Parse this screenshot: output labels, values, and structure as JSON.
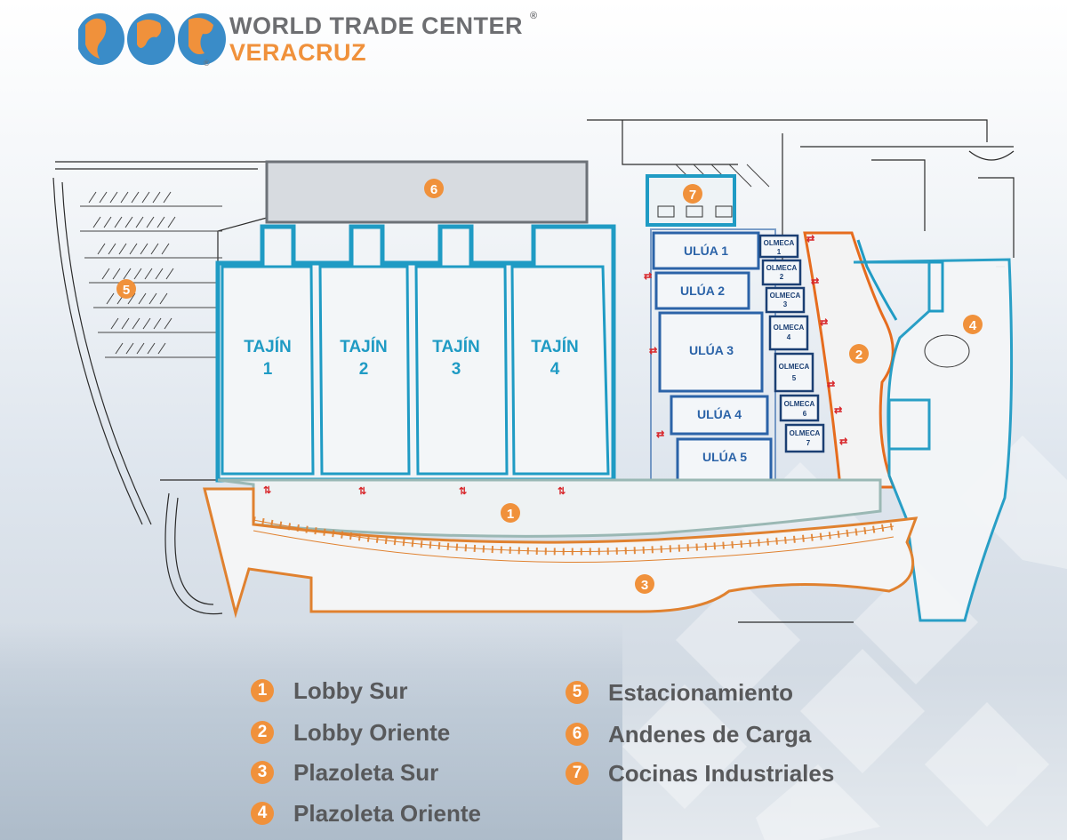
{
  "header": {
    "title": "WORLD TRADE CENTER",
    "subtitle": "VERACRUZ",
    "registered": "®"
  },
  "halls": {
    "tajin": [
      {
        "name": "TAJÍN",
        "number": "1"
      },
      {
        "name": "TAJÍN",
        "number": "2"
      },
      {
        "name": "TAJÍN",
        "number": "3"
      },
      {
        "name": "TAJÍN",
        "number": "4"
      }
    ],
    "ulua": [
      "ULÚA 1",
      "ULÚA 2",
      "ULÚA 3",
      "ULÚA 4",
      "ULÚA 5"
    ],
    "olmeca": [
      {
        "name": "OLMECA",
        "number": "1"
      },
      {
        "name": "OLMECA",
        "number": "2"
      },
      {
        "name": "OLMECA",
        "number": "3"
      },
      {
        "name": "OLMECA",
        "number": "4"
      },
      {
        "name": "OLMECA",
        "number": "5"
      },
      {
        "name": "OLMECA",
        "number": "6"
      },
      {
        "name": "OLMECA",
        "number": "7"
      }
    ]
  },
  "markers": [
    "1",
    "2",
    "3",
    "4",
    "5",
    "6",
    "7"
  ],
  "legend": [
    {
      "number": "1",
      "label": "Lobby  Sur"
    },
    {
      "number": "2",
      "label": "Lobby Oriente"
    },
    {
      "number": "3",
      "label": "Plazoleta Sur"
    },
    {
      "number": "4",
      "label": "Plazoleta Oriente"
    },
    {
      "number": "5",
      "label": "Estacionamiento"
    },
    {
      "number": "6",
      "label": "Andenes de Carga"
    },
    {
      "number": "7",
      "label": "Cocinas Industriales"
    }
  ],
  "colors": {
    "accent_orange": "#f0913b",
    "hall_blue": "#1f9bc4",
    "ulua_blue": "#2b63a8",
    "text_gray": "#58595b"
  }
}
